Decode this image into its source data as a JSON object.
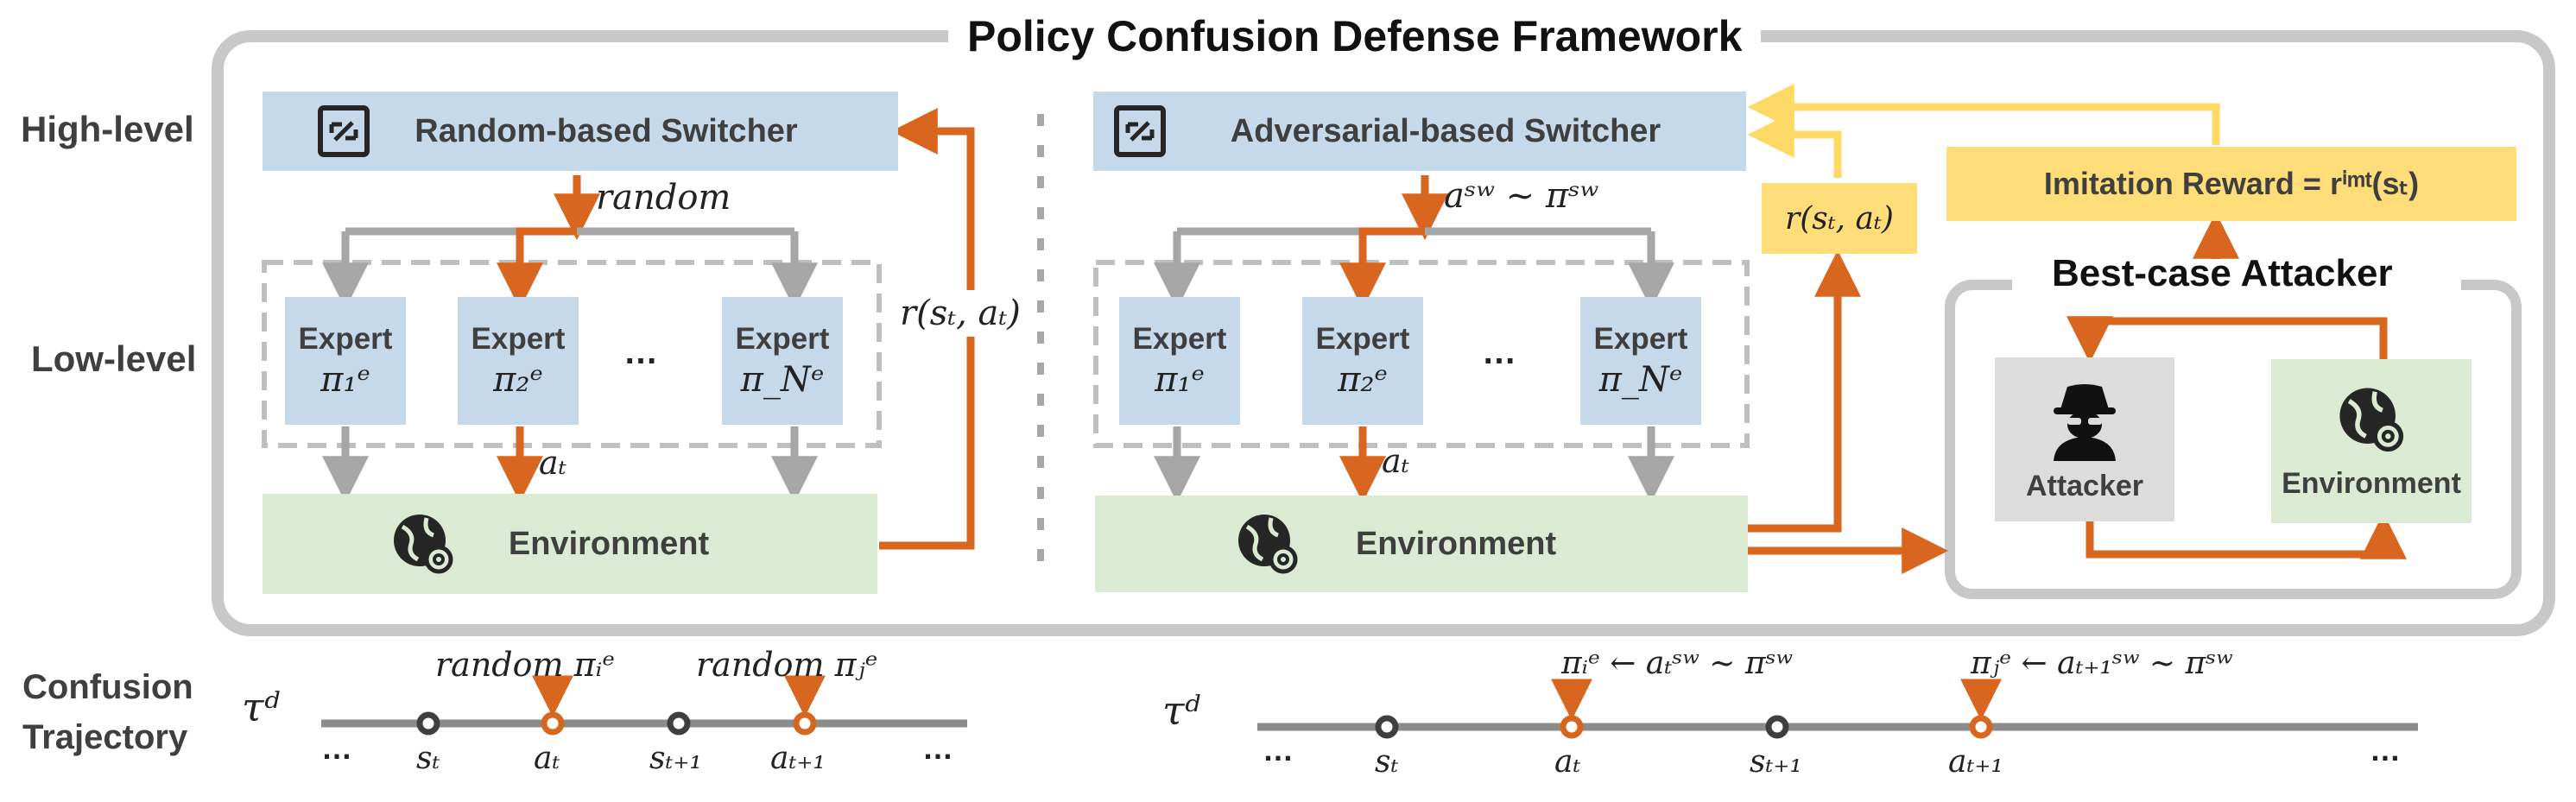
{
  "title": "Policy Confusion Defense Framework",
  "row_labels": {
    "high_level": "High-level",
    "low_level": "Low-level",
    "confusion": "Confusion",
    "trajectory": "Trajectory"
  },
  "left": {
    "switcher": "Random-based Switcher",
    "choice": "random",
    "expert_word": "Expert",
    "experts": [
      "π₁ᵉ",
      "π₂ᵉ",
      "π_Nᵉ"
    ],
    "ellipsis": "…",
    "action": "aₜ",
    "environment": "Environment",
    "reward": "r(sₜ, aₜ)"
  },
  "right": {
    "switcher": "Adversarial-based Switcher",
    "choice": "aˢʷ ~ πˢʷ",
    "experts": [
      "π₁ᵉ",
      "π₂ᵉ",
      "π_Nᵉ"
    ],
    "action": "aₜ",
    "environment": "Environment",
    "reward": "r(sₜ, aₜ)",
    "imitation_reward": "Imitation Reward = rⁱᵐᵗ(sₜ)",
    "best_case": "Best-case Attacker",
    "attacker": "Attacker",
    "attacker_env": "Environment"
  },
  "trajectory": {
    "symbol": "τᵈ",
    "left_annotations": [
      "random πᵢᵉ",
      "random πⱼᵉ"
    ],
    "right_annotations": [
      "πᵢᵉ ← aₜˢʷ ~ πˢʷ",
      "πⱼᵉ ← aₜ₊₁ˢʷ ~ πˢʷ"
    ],
    "nodes": [
      "sₜ",
      "aₜ",
      "sₜ₊₁",
      "aₜ₊₁"
    ],
    "ellipsis": "…"
  },
  "colors": {
    "orange": "#d9661f",
    "gray_arrow": "#a6a6a6",
    "yellow_arrow": "#ffd966",
    "frame": "#c8c8c8"
  },
  "icons": {
    "switcher": "switch-icon",
    "environment": "globe-gear-icon",
    "attacker": "spy-icon"
  }
}
